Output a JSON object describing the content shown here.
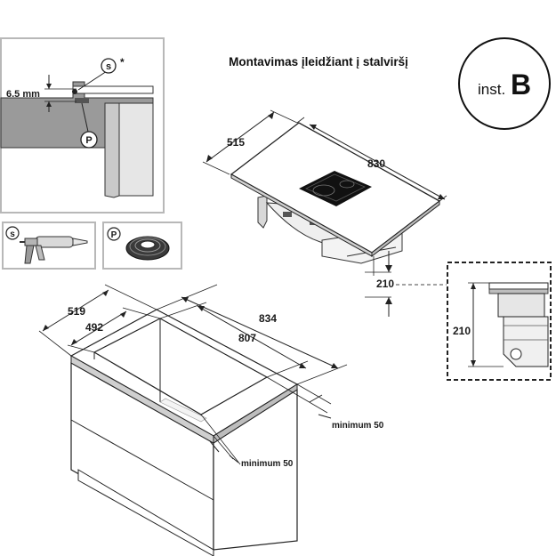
{
  "title": "Montavimas įleidžiant į stalviršį",
  "inst_badge": {
    "prefix": "inst.",
    "letter": "B"
  },
  "detail": {
    "thickness": "6.5 mm",
    "seal_marker": "s",
    "seal_asterisk": "*",
    "gasket_marker": "P"
  },
  "accessories": {
    "sealant_marker": "s",
    "gasket_marker": "P"
  },
  "hob": {
    "depth": "515",
    "width": "830",
    "height": "210"
  },
  "inset": {
    "height": "210"
  },
  "cabinet": {
    "outer_depth": "519",
    "inner_depth": "492",
    "outer_width": "834",
    "inner_width": "807",
    "min_front": "minimum 50",
    "min_side": "minimum 50"
  },
  "colors": {
    "line": "#1a1a1a",
    "panel_grey": "#9a9a9a",
    "panel_border": "#b8b8b8",
    "worktop_grey": "#cfcfcf"
  }
}
